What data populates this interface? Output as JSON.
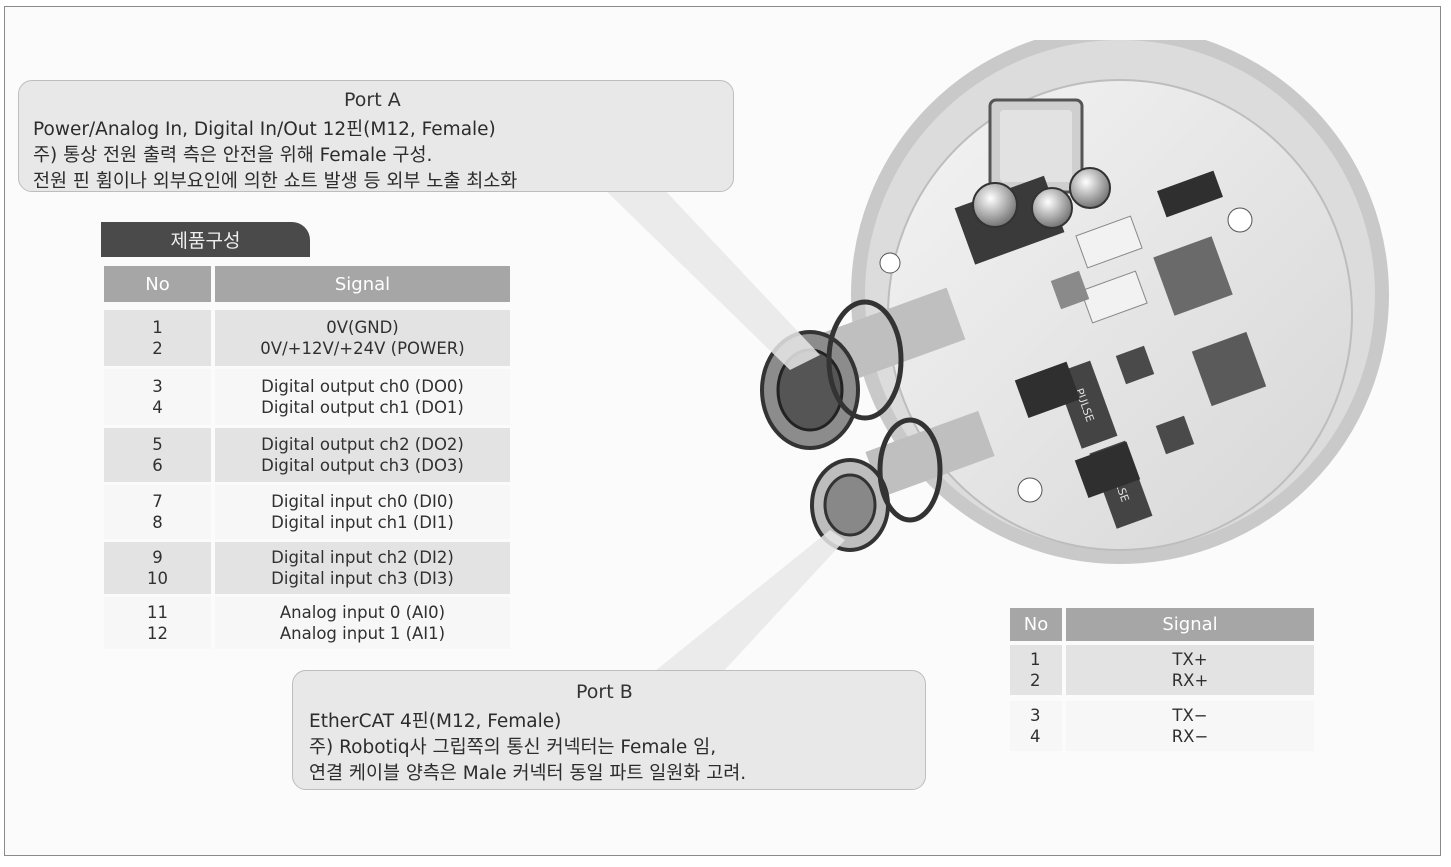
{
  "port_a": {
    "title": "Port A",
    "line1": "Power/Analog In, Digital In/Out 12핀(M12, Female)",
    "line2": "주) 통상 전원 출력 측은 안전을 위해 Female 구성.",
    "line3": "전원 핀 휨이나 외부요인에 의한 쇼트 발생 등 외부 노출 최소화"
  },
  "port_b": {
    "title": "Port B",
    "line1": "EtherCAT 4핀(M12, Female)",
    "line2": "주) Robotiq사 그립쪽의 통신 커넥터는 Female 임,",
    "line3": "연결 케이블 양측은 Male 커넥터 동일 파트 일원화 고려."
  },
  "badge": {
    "label": "제품구성"
  },
  "table_a": {
    "headers": {
      "no": "No",
      "signal": "Signal"
    },
    "rows": [
      {
        "no1": "1",
        "no2": "2",
        "sig1": "0V(GND)",
        "sig2": "0V/+12V/+24V (POWER)"
      },
      {
        "no1": "3",
        "no2": "4",
        "sig1": "Digital output ch0 (DO0)",
        "sig2": "Digital output ch1 (DO1)"
      },
      {
        "no1": "5",
        "no2": "6",
        "sig1": "Digital output ch2 (DO2)",
        "sig2": "Digital output ch3 (DO3)"
      },
      {
        "no1": "7",
        "no2": "8",
        "sig1": "Digital input ch0 (DI0)",
        "sig2": "Digital input ch1 (DI1)"
      },
      {
        "no1": "9",
        "no2": "10",
        "sig1": "Digital input ch2 (DI2)",
        "sig2": "Digital input ch3 (DI3)"
      },
      {
        "no1": "11",
        "no2": "12",
        "sig1": "Analog input 0 (AI0)",
        "sig2": "Analog input 1 (AI1)"
      }
    ]
  },
  "table_b": {
    "headers": {
      "no": "No",
      "signal": "Signal"
    },
    "rows": [
      {
        "no1": "1",
        "no2": "2",
        "sig1": "TX+",
        "sig2": "RX+"
      },
      {
        "no1": "3",
        "no2": "4",
        "sig1": "TX−",
        "sig2": "RX−"
      }
    ]
  },
  "pcb": {
    "chip_labels": [
      "PULSE",
      "PULSE"
    ]
  }
}
